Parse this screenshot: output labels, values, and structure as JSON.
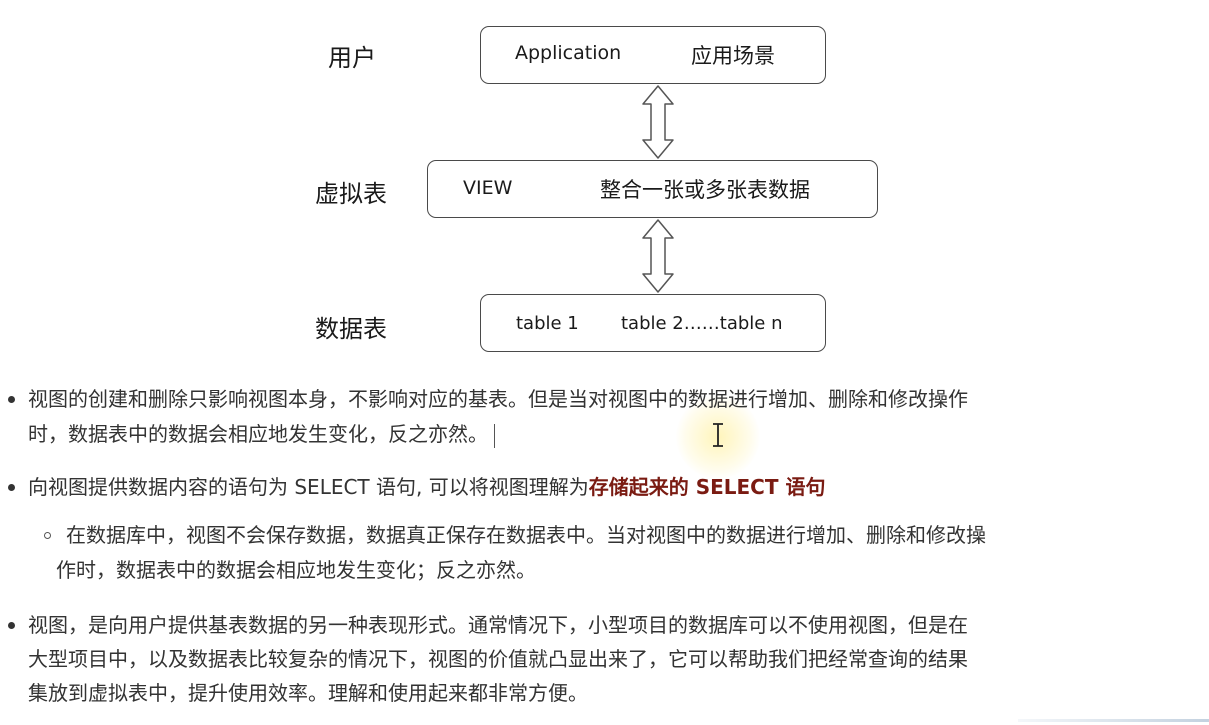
{
  "diagram": {
    "layers": [
      {
        "label": "用户",
        "box_left": "Application",
        "box_right": "应用场景"
      },
      {
        "label": "虚拟表",
        "box_left": "VIEW",
        "box_right": "整合一张或多张表数据"
      },
      {
        "label": "数据表",
        "box_left": "table 1",
        "box_right": "table 2……table n"
      }
    ],
    "connector_icon": "double-headed-vertical-arrow"
  },
  "bullets": [
    {
      "lines": [
        "视图的创建和删除只影响视图本身，不影响对应的基表。但是当对视图中的数据进行增加、删除和修改操作",
        "时，数据表中的数据会相应地发生变化，反之亦然。"
      ]
    },
    {
      "text_before": "向视图提供数据内容的语句为 SELECT 语句, 可以将视图理解为",
      "emphasis": "存储起来的 SELECT 语句",
      "sub": {
        "lines": [
          "在数据库中，视图不会保存数据，数据真正保存在数据表中。当对视图中的数据进行增加、删除和修改操",
          "作时，数据表中的数据会相应地发生变化；反之亦然。"
        ]
      }
    },
    {
      "lines": [
        "视图，是向用户提供基表数据的另一种表现形式。通常情况下，小型项目的数据库可以不使用视图，但是在",
        "大型项目中，以及数据表比较复杂的情况下，视图的价值就凸显出来了，它可以帮助我们把经常查询的结果",
        "集放到虚拟表中，提升使用效率。理解和使用起来都非常方便。"
      ]
    }
  ],
  "colors": {
    "emphasis": "#7a1b12",
    "text": "#333333",
    "border": "#4a4a4a",
    "cursor_highlight": "#ffec82"
  }
}
